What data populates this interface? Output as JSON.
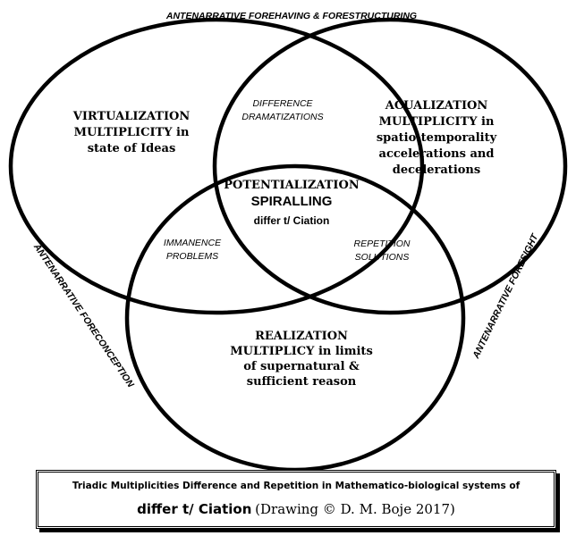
{
  "top_label": "ANTENARRATIVE FOREHAVING & FORESTRUCTURING",
  "left_label": "ANTENARRATIVE FORECONCEPTION",
  "right_label": "ANTENARRATIVE FORESIGHT",
  "virtualization": [
    "VIRTUALIZATION",
    "MULTIPLICITY in",
    "state of Ideas"
  ],
  "acualization": [
    "ACUALIZATION",
    "MULTIPLICITY in",
    "spatio-temporality",
    "accelerations and",
    "decelerations"
  ],
  "realization": [
    "REALIZATION",
    "MULTIPLICY in limits",
    "of supernatural &",
    "sufficient reason"
  ],
  "difference": [
    "DIFFERENCE",
    "DRAMATIZATIONS"
  ],
  "immanence": [
    "IMMANENCE",
    "PROBLEMS"
  ],
  "repetition": [
    "REPETITION",
    "SOLUTIONS"
  ],
  "center": {
    "line1": "POTENTIALIZATION",
    "line2": "SPIRALLING",
    "mark": "differ t/ Ciation"
  },
  "caption": {
    "line1": "Triadic Multiplicities Difference and Repetition in Mathematico-biological systems of",
    "mark": "differ t/ Ciation",
    "credit": "(Drawing © D. M. Boje 2017)"
  }
}
